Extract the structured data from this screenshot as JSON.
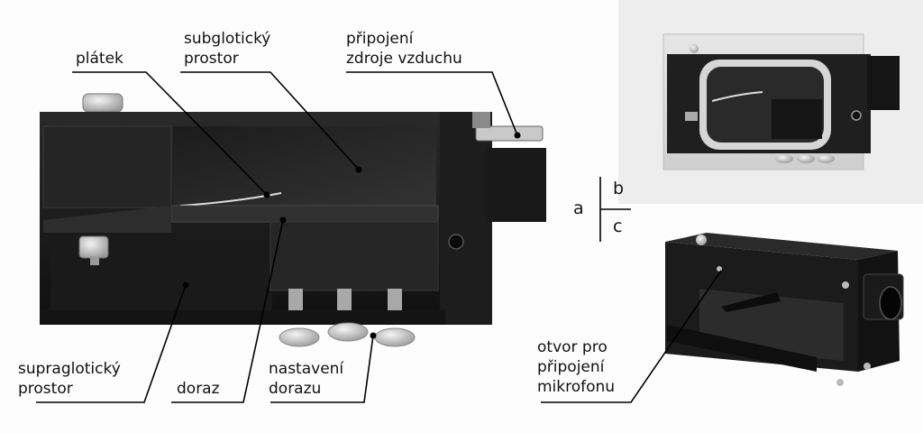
{
  "labels": {
    "platek": "plátek",
    "subgloticky_line1": "subglotický",
    "subgloticky_line2": "prostor",
    "pripojeni_line1": "připojení",
    "pripojeni_line2": "zdroje vzduchu",
    "supragloticky_line1": "supraglotický",
    "supragloticky_line2": "prostor",
    "doraz": "doraz",
    "nastaveni_line1": "nastavení",
    "nastaveni_line2": "dorazu",
    "otvor_line1": "otvor pro",
    "otvor_line2": "připojení",
    "otvor_line3": "mikrofonu"
  },
  "panel_key": {
    "a": "a",
    "b": "b",
    "c": "c"
  }
}
